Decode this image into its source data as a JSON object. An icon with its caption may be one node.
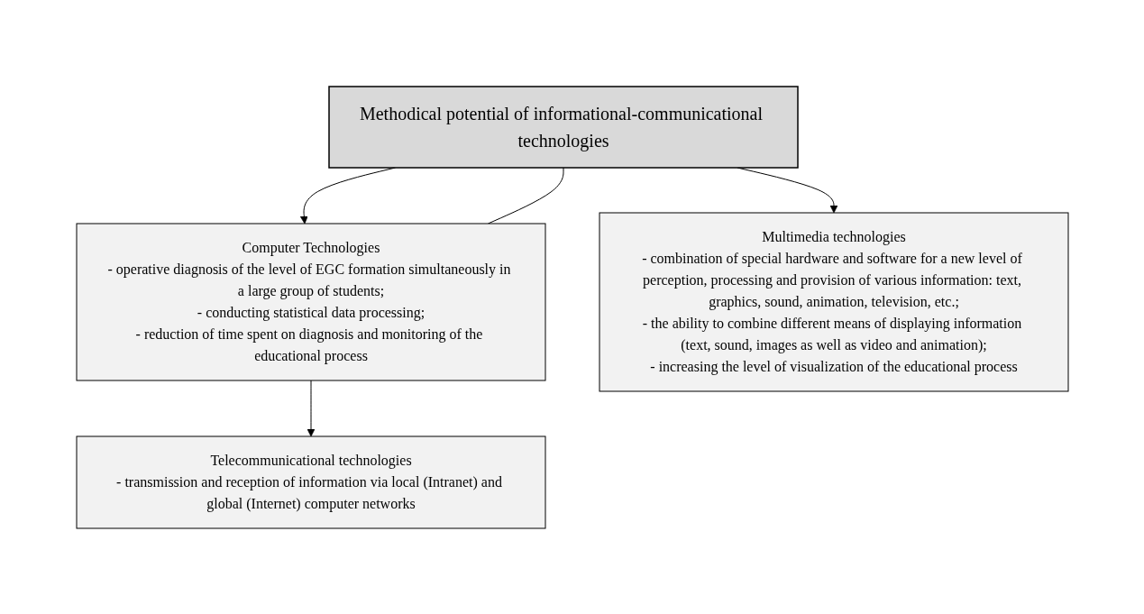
{
  "diagram": {
    "nodes": [
      {
        "text": [
          "Methodical potential of informational-communicational technologies"
        ]
      },
      {
        "text": [
          "Computer Technologies",
          "- operative diagnosis of the level of EGC formation simultaneously in a large group of students;",
          "- conducting statistical data processing;",
          "- reduction of time spent on diagnosis and monitoring of the educational process"
        ]
      },
      {
        "text": [
          "Multimedia technologies",
          "- combination of special hardware and software for a new level of perception, processing and provision of various information: text, graphics, sound, animation, television, etc.;",
          "- the ability to combine different means of displaying information (text, sound, images as well as video and animation);",
          "- increasing the level of visualization of the educational process"
        ]
      },
      {
        "text": [
          "Telecommunicational technologies",
          "- transmission and reception of information via local (Intranet) and global (Internet) computer networks"
        ]
      }
    ],
    "edges": [
      {
        "from": 0,
        "to": 1,
        "arrow": "to"
      },
      {
        "from": 0,
        "to": 1,
        "arrow": "none"
      },
      {
        "from": 0,
        "to": 2,
        "arrow": "to"
      },
      {
        "from": 1,
        "to": 3,
        "arrow": "to"
      }
    ]
  }
}
